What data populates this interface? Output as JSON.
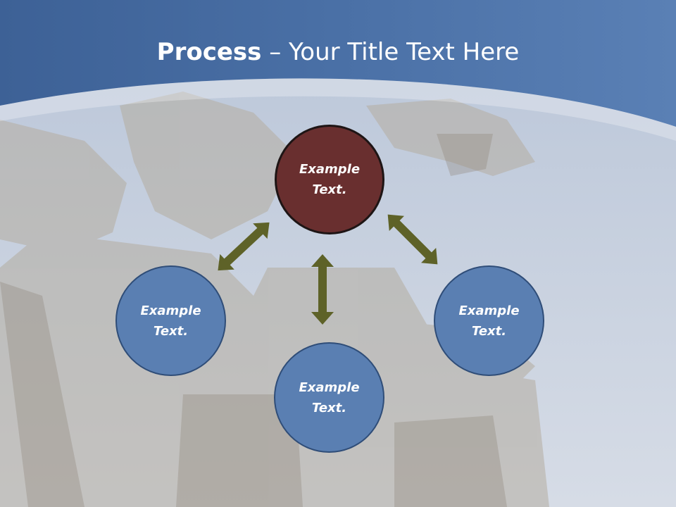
{
  "title": {
    "bold": "Process",
    "separator": " – ",
    "rest": "Your Title Text Here"
  },
  "nodes": {
    "top": {
      "line1": "Example",
      "line2": "Text."
    },
    "left": {
      "line1": "Example",
      "line2": "Text."
    },
    "bottom": {
      "line1": "Example",
      "line2": "Text."
    },
    "right": {
      "line1": "Example",
      "line2": "Text."
    }
  },
  "colors": {
    "header_blue": "#4a6fa3",
    "node_blue": "#5a7fb2",
    "node_red": "#692f2f",
    "arrow_olive": "#5e6228",
    "sky": "#c9d3e3"
  }
}
